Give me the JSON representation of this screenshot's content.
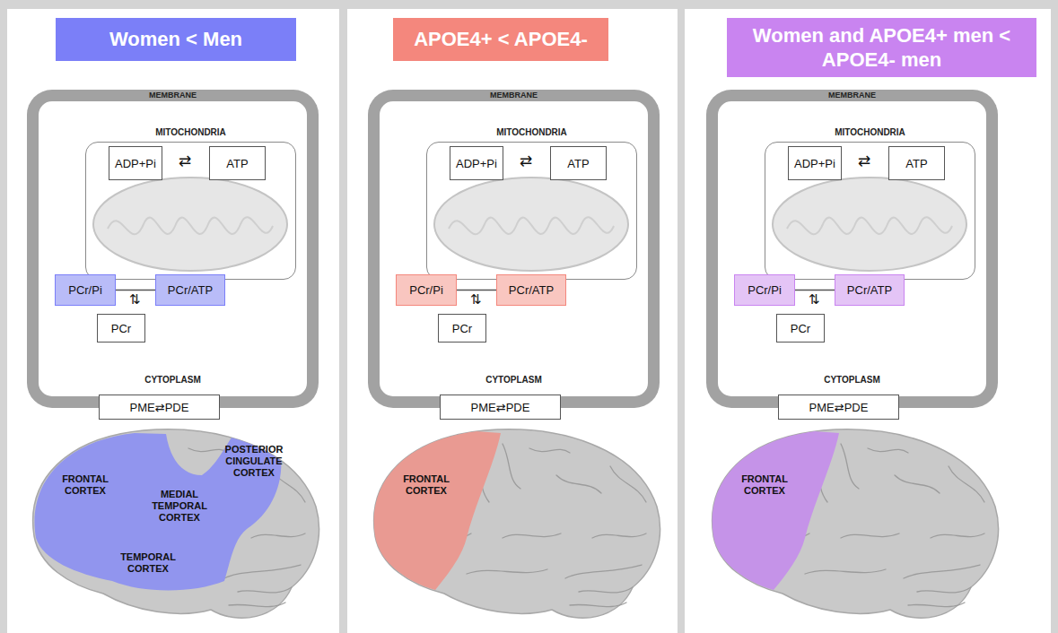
{
  "diagram": {
    "nodes": [
      {
        "text": [
          "Women < Men"
        ]
      },
      {
        "text": [
          "MEMBRANE",
          "CYTOPLASM"
        ]
      },
      {
        "text": [
          "MITOCHONDRIA"
        ],
        "in": 1
      },
      {
        "text": [
          "ADP+Pi"
        ],
        "in": 2
      },
      {
        "text": [
          "ATP"
        ],
        "in": 2
      },
      {
        "text": [
          "PCr/Pi"
        ],
        "in": 2
      },
      {
        "text": [
          "PCr/ATP"
        ],
        "in": 2
      },
      {
        "text": [
          "PCr"
        ],
        "in": 1
      },
      {
        "text": [
          "PME⇄PDE"
        ],
        "in": 1
      },
      {
        "text": [
          "APOE4+ < APOE4-"
        ]
      },
      {
        "text": [
          "MEMBRANE",
          "CYTOPLASM"
        ]
      },
      {
        "text": [
          "MITOCHONDRIA"
        ],
        "in": 10
      },
      {
        "text": [
          "ADP+Pi"
        ],
        "in": 11
      },
      {
        "text": [
          "ATP"
        ],
        "in": 11
      },
      {
        "text": [
          "PCr/Pi"
        ],
        "in": 11
      },
      {
        "text": [
          "PCr/ATP"
        ],
        "in": 11
      },
      {
        "text": [
          "PCr"
        ],
        "in": 10
      },
      {
        "text": [
          "PME⇄PDE"
        ],
        "in": 10
      },
      {
        "text": [
          "Women and APOE4+ men < APOE4- men"
        ]
      },
      {
        "text": [
          "MEMBRANE",
          "CYTOPLASM"
        ]
      },
      {
        "text": [
          "MITOCHONDRIA"
        ],
        "in": 19
      },
      {
        "text": [
          "ADP+Pi"
        ],
        "in": 20
      },
      {
        "text": [
          "ATP"
        ],
        "in": 20
      },
      {
        "text": [
          "PCr/Pi"
        ],
        "in": 20
      },
      {
        "text": [
          "PCr/ATP"
        ],
        "in": 20
      },
      {
        "text": [
          "PCr"
        ],
        "in": 19
      },
      {
        "text": [
          "PME⇄PDE"
        ],
        "in": 19
      }
    ],
    "edges": [
      {
        "from": 5,
        "to": 6,
        "arrow": "none"
      },
      {
        "from": 14,
        "to": 15,
        "arrow": "none"
      },
      {
        "from": 23,
        "to": 24,
        "arrow": "none"
      }
    ],
    "labels": [
      "⇄",
      "⇅",
      "FRONTAL CORTEX",
      "POSTERIOR CINGULATE CORTEX",
      "MEDIAL TEMPORAL CORTEX",
      "TEMPORAL CORTEX",
      "⇄",
      "⇅",
      "FRONTAL CORTEX",
      "⇄",
      "⇅",
      "FRONTAL CORTEX"
    ]
  }
}
